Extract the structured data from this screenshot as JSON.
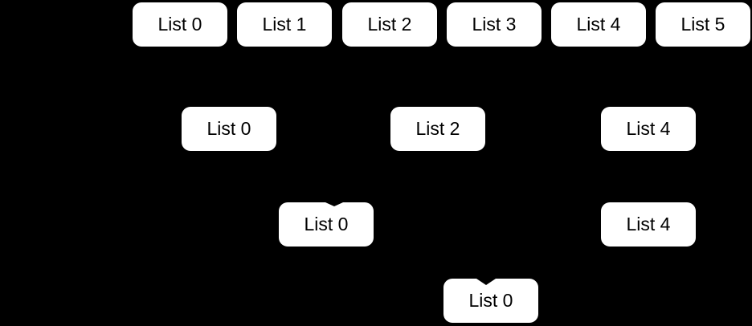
{
  "diagram": {
    "node_rows": [
      {
        "labels": [
          "List 0",
          "List 1",
          "List 2",
          "List 3",
          "List 4",
          "List 5"
        ]
      },
      {
        "labels": [
          "List 0",
          "List 2",
          "List 4"
        ]
      },
      {
        "labels": [
          "List 0",
          "List 4"
        ]
      },
      {
        "labels": [
          "List 0"
        ]
      }
    ]
  },
  "colors": {
    "background": "#000000",
    "node_fill": "#ffffff",
    "node_text": "#000000"
  }
}
